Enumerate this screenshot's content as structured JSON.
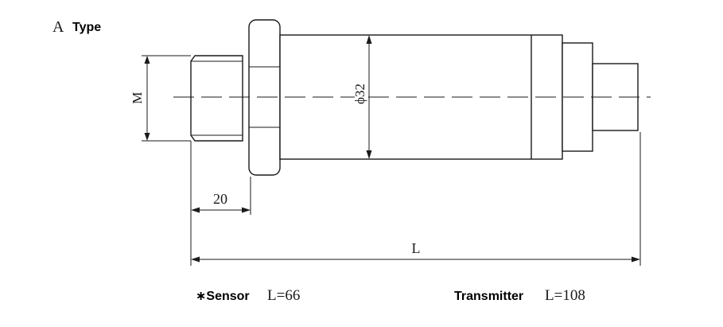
{
  "header": {
    "letter": "A",
    "word": "Type"
  },
  "dimensions": {
    "thread": "M",
    "diameter": "ϕ32",
    "thread_length": "20",
    "overall_length": "L"
  },
  "footer": {
    "sensor_label": "∗Sensor",
    "sensor_value": "L=66",
    "transmitter_label": "Transmitter",
    "transmitter_value": "L=108"
  }
}
